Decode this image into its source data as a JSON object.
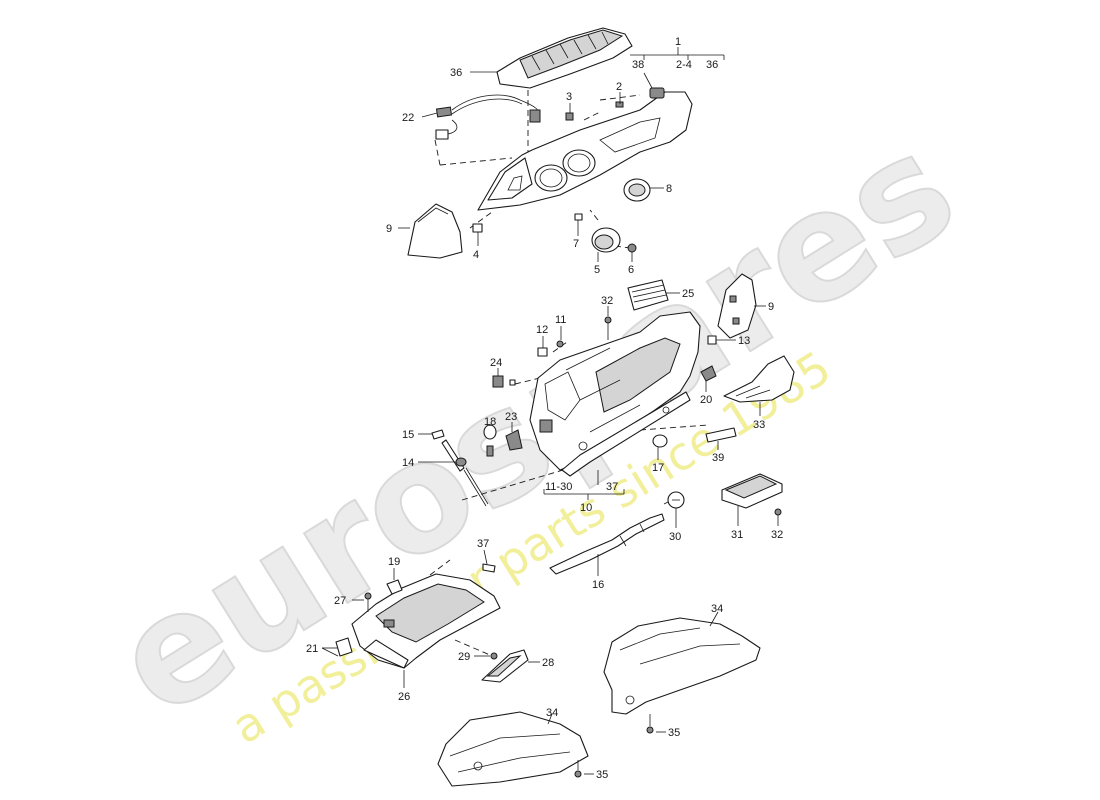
{
  "watermark": {
    "brand": "eurospares",
    "tagline": "a passion for parts since 1985"
  },
  "bracket_labels": {
    "b1_top": "1",
    "b1_left": "2-4",
    "b1_right": "36",
    "b10_bottom": "10",
    "b10_left": "11-30",
    "b10_right": "37"
  },
  "callouts": {
    "c36": "36",
    "c38": "38",
    "c2": "2",
    "c3": "3",
    "c22": "22",
    "c8": "8",
    "c9a": "9",
    "c4": "4",
    "c7": "7",
    "c5": "5",
    "c6": "6",
    "c32a": "32",
    "c25": "25",
    "c9b": "9",
    "c12": "12",
    "c11": "11",
    "c13": "13",
    "c24": "24",
    "c20": "20",
    "c33": "33",
    "c18": "18",
    "c23": "23",
    "c15": "15",
    "c14": "14",
    "c17": "17",
    "c39": "39",
    "c30": "30",
    "c31": "31",
    "c32b": "32",
    "c37": "37",
    "c16": "16",
    "c19": "19",
    "c27": "27",
    "c21": "21",
    "c26": "26",
    "c29": "29",
    "c28": "28",
    "c34a": "34",
    "c35a": "35",
    "c34b": "34",
    "c35b": "35"
  }
}
